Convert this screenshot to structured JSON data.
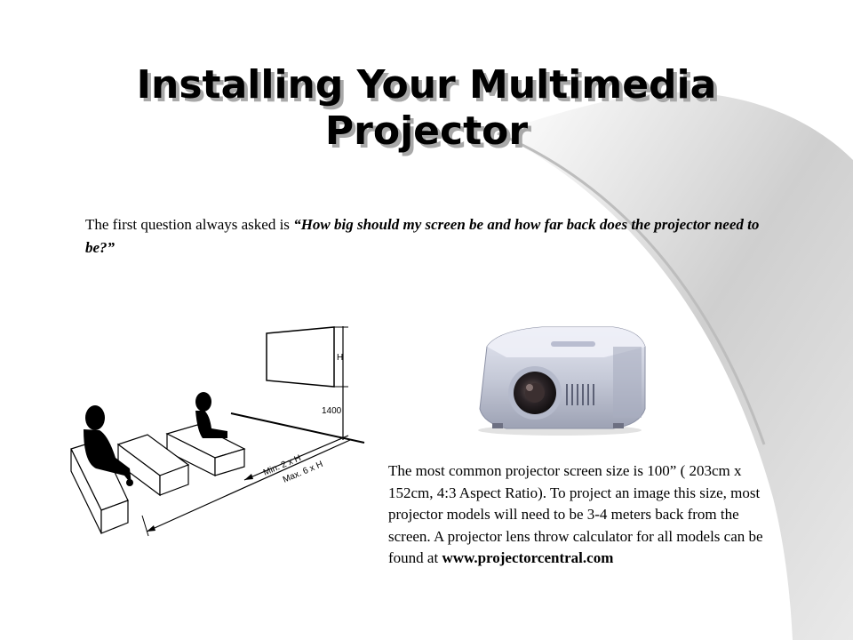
{
  "slide": {
    "title_line1": "Installing Your Multimedia",
    "title_line2": "Projector",
    "intro_prefix": "The first question always asked is ",
    "intro_question": "“How big should my screen be and how far back does the projector need to be?”",
    "body_text": "The most common projector screen size is 100” ( 203cm x 152cm, 4:3 Aspect Ratio). To project an image this size, most projector models will need to be 3-4 meters back from the screen. A projector lens throw calculator for all models can be found at ",
    "body_link": "www.projectorcentral.com"
  },
  "diagram": {
    "label_h": "H",
    "label_1400": "1400",
    "label_min": "Min. 2 x H",
    "label_max": "Max. 6 x H"
  },
  "colors": {
    "swoosh": "#c8c8c8",
    "title_shadow": "#a8a8a8"
  },
  "icons": [
    "projector-image",
    "seated-person-icon",
    "screen-icon"
  ]
}
